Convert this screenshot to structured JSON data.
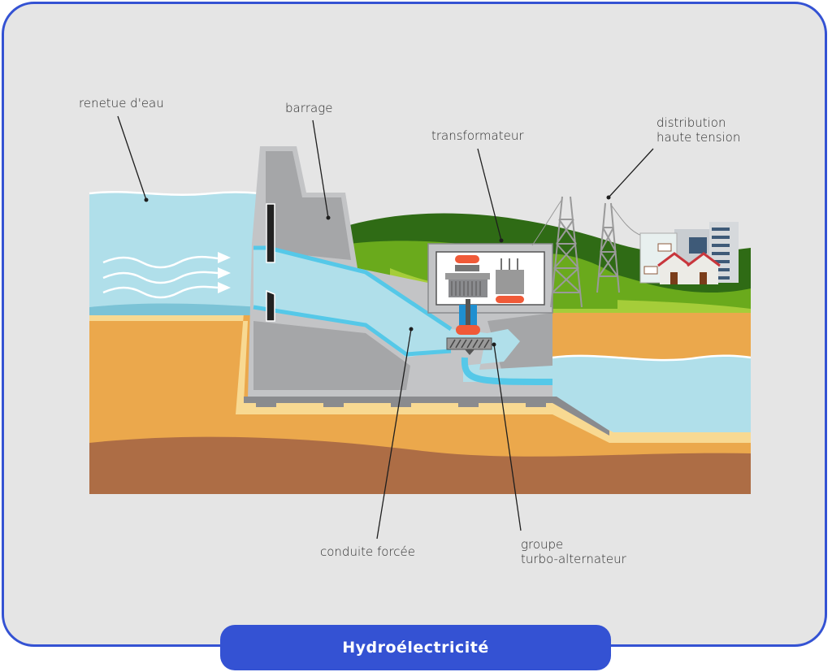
{
  "title": "Hydroélectricité",
  "colors": {
    "border": "#3452d3",
    "background": "#e5e5e5",
    "water": "#b0dfea",
    "water_dark": "#55c8e8",
    "sand": "#f8d992",
    "soil": "#eba84c",
    "clay": "#ad6d45",
    "concrete": "#a5a6a8",
    "concrete_light": "#c3c4c6",
    "grass_dark": "#2f6b15",
    "grass": "#6aaa1c",
    "grass_light": "#a5cd39",
    "accent_red": "#f05a38"
  },
  "labels": {
    "reservoir": "renetue d'eau",
    "dam": "barrage",
    "transformer": "transformateur",
    "distribution_line1": "distribution",
    "distribution_line2": "haute tension",
    "penstock": "conduite forcée",
    "turbine_line1": "groupe",
    "turbine_line2": "turbo-alternateur"
  }
}
